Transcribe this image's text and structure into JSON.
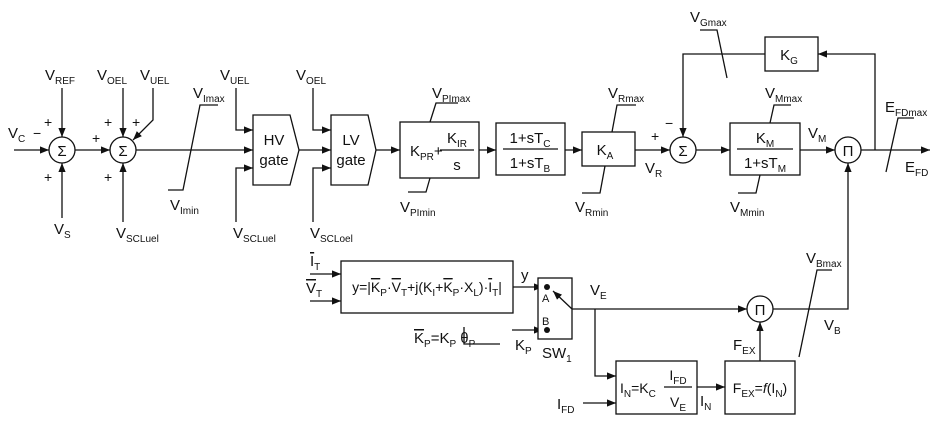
{
  "labels": {
    "vc": [
      [
        "V"
      ],
      [
        "C",
        "sub"
      ]
    ],
    "vref": [
      [
        "V"
      ],
      [
        "REF",
        "sub"
      ]
    ],
    "vs": [
      [
        "V"
      ],
      [
        "S",
        "sub"
      ]
    ],
    "voel1": [
      [
        "V"
      ],
      [
        "OEL",
        "sub"
      ]
    ],
    "vuel1": [
      [
        "V"
      ],
      [
        "UEL",
        "sub"
      ]
    ],
    "vscluel1": [
      [
        "V"
      ],
      [
        "SCLuel",
        "sub"
      ]
    ],
    "vimax": [
      [
        "V"
      ],
      [
        "Imax",
        "sub"
      ]
    ],
    "vimin": [
      [
        "V"
      ],
      [
        "Imin",
        "sub"
      ]
    ],
    "vuel2": [
      [
        "V"
      ],
      [
        "UEL",
        "sub"
      ]
    ],
    "vscluel2": [
      [
        "V"
      ],
      [
        "SCLuel",
        "sub"
      ]
    ],
    "voel2": [
      [
        "V"
      ],
      [
        "OEL",
        "sub"
      ]
    ],
    "vscloel": [
      [
        "V"
      ],
      [
        "SCLoel",
        "sub"
      ]
    ],
    "vpimax": [
      [
        "V"
      ],
      [
        "PImax",
        "sub"
      ]
    ],
    "vpimin": [
      [
        "V"
      ],
      [
        "PImin",
        "sub"
      ]
    ],
    "vrmax": [
      [
        "V"
      ],
      [
        "Rmax",
        "sub"
      ]
    ],
    "vrmin": [
      [
        "V"
      ],
      [
        "Rmin",
        "sub"
      ]
    ],
    "vr": [
      [
        "V"
      ],
      [
        "R",
        "sub"
      ]
    ],
    "vgmax": [
      [
        "V"
      ],
      [
        "Gmax",
        "sub"
      ]
    ],
    "vmmax": [
      [
        "V"
      ],
      [
        "Mmax",
        "sub"
      ]
    ],
    "vmmin": [
      [
        "V"
      ],
      [
        "Mmin",
        "sub"
      ]
    ],
    "vm": [
      [
        "V"
      ],
      [
        "M",
        "sub"
      ]
    ],
    "efdmax": [
      [
        "E"
      ],
      [
        "FDmax",
        "sub"
      ]
    ],
    "efd": [
      [
        "E"
      ],
      [
        "FD",
        "sub"
      ]
    ],
    "it": [
      [
        "I",
        "ol"
      ],
      [
        "T",
        "sub"
      ]
    ],
    "vt": [
      [
        "V",
        "ol"
      ],
      [
        "T",
        "sub"
      ]
    ],
    "y": [
      [
        "y"
      ]
    ],
    "ve": [
      [
        "V"
      ],
      [
        "E",
        "sub"
      ]
    ],
    "vbmax": [
      [
        "V"
      ],
      [
        "Bmax",
        "sub"
      ]
    ],
    "vb": [
      [
        "V"
      ],
      [
        "B",
        "sub"
      ]
    ],
    "kp": [
      [
        "K"
      ],
      [
        "P",
        "sub"
      ]
    ],
    "sw1": [
      [
        "SW"
      ],
      [
        "1",
        "sub"
      ]
    ],
    "fex": [
      [
        "F"
      ],
      [
        "EX",
        "sub"
      ]
    ],
    "in": [
      [
        "I"
      ],
      [
        "N",
        "sub"
      ]
    ],
    "ifd": [
      [
        "I"
      ],
      [
        "FD",
        "sub"
      ]
    ],
    "kp_def": [
      [
        "K",
        "ol"
      ],
      [
        "P",
        "sub"
      ],
      [
        "=K"
      ],
      [
        "P",
        "sub"
      ],
      [
        "  θ"
      ],
      [
        "P",
        "sub"
      ]
    ]
  },
  "signs": {
    "plus": "+",
    "minus": "−"
  },
  "blocks": {
    "sum_symbol": "Σ",
    "product_symbol": "Π",
    "hv_gate": {
      "line1": "HV",
      "line2": "gate"
    },
    "lv_gate": {
      "line1": "LV",
      "line2": "gate"
    },
    "pi": {
      "left": [
        [
          "K"
        ],
        [
          "PR",
          "sub"
        ],
        [
          "+"
        ]
      ],
      "num": [
        [
          "K"
        ],
        [
          "IR",
          "sub"
        ]
      ],
      "den": [
        [
          "s"
        ]
      ]
    },
    "lead_lag": {
      "num": [
        [
          "1+sT"
        ],
        [
          "C",
          "sub"
        ]
      ],
      "den": [
        [
          "1+sT"
        ],
        [
          "B",
          "sub"
        ]
      ]
    },
    "ka": [
      [
        "K"
      ],
      [
        "A",
        "sub"
      ]
    ],
    "km": {
      "num": [
        [
          "K"
        ],
        [
          "M",
          "sub"
        ]
      ],
      "den": [
        [
          "1+sT"
        ],
        [
          "M",
          "sub"
        ]
      ]
    },
    "kg": [
      [
        "K"
      ],
      [
        "G",
        "sub"
      ]
    ],
    "formula": [
      [
        "y=|"
      ],
      [
        "K",
        "ol"
      ],
      [
        "P",
        "sub"
      ],
      [
        "·"
      ],
      [
        "V",
        "ol"
      ],
      [
        "T",
        "sub"
      ],
      [
        "+j(K"
      ],
      [
        "I",
        "sub"
      ],
      [
        "+"
      ],
      [
        "K",
        "ol"
      ],
      [
        "P",
        "sub"
      ],
      [
        "·X"
      ],
      [
        "L",
        "sub"
      ],
      [
        ")·"
      ],
      [
        "I",
        "ol"
      ],
      [
        "T",
        "sub"
      ],
      [
        "|"
      ]
    ],
    "switch": {
      "a": "A",
      "b": "B"
    },
    "in_block": {
      "left": [
        [
          "I"
        ],
        [
          "N",
          "sub"
        ],
        [
          "=K"
        ],
        [
          "C",
          "sub"
        ]
      ],
      "num": [
        [
          "I"
        ],
        [
          "FD",
          "sub"
        ]
      ],
      "den": [
        [
          "V"
        ],
        [
          "E",
          "sub"
        ]
      ]
    },
    "fex_block": [
      [
        "F"
      ],
      [
        "EX",
        "sub"
      ],
      [
        "="
      ],
      [
        "f",
        "it"
      ],
      [
        "(I"
      ],
      [
        "N",
        "sub"
      ],
      [
        ")"
      ]
    ]
  }
}
